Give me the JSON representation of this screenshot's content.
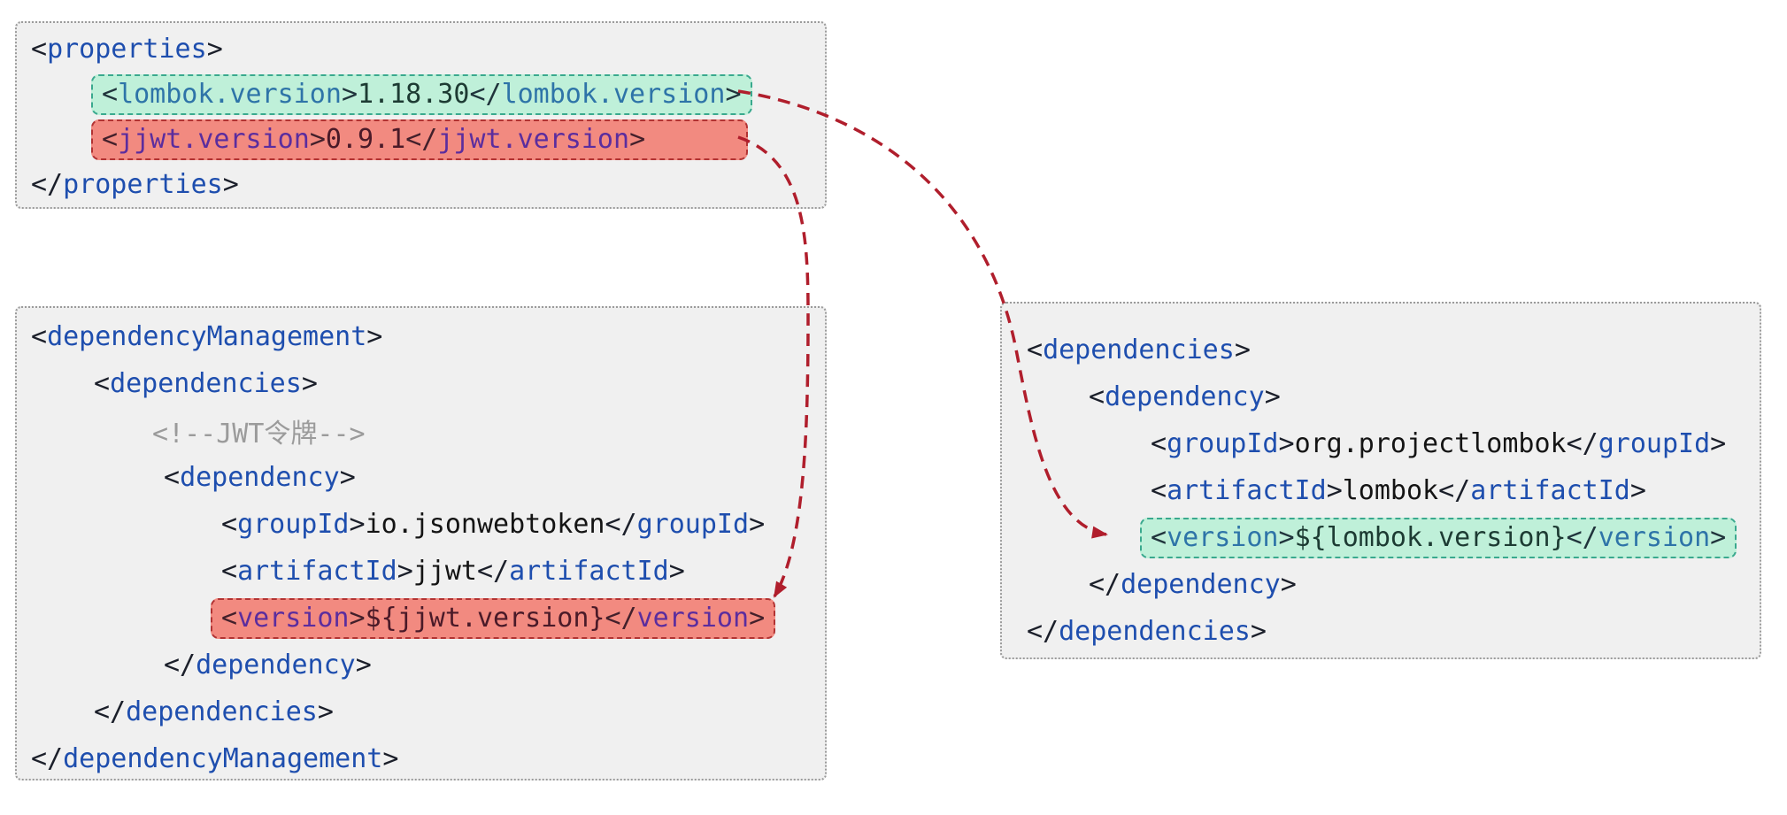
{
  "colors": {
    "tag_blue": "#1e4eae",
    "punct_dark": "#1b1f2a",
    "value_black": "#141414",
    "comment_gray": "#9b9b9b",
    "green_highlight_bg": "#bff0d9",
    "green_highlight_border": "#3aa98e",
    "green_tag_text": "#2e74a8",
    "green_punct_text": "#20343c",
    "green_value_text": "#1d3b33",
    "red_highlight_bg": "#f28a80",
    "red_highlight_border": "#b23333",
    "red_tag_text": "#5b2d9e",
    "red_punct_text": "#43202b",
    "red_value_text": "#4a1a28",
    "arrow_red": "#b01e2c",
    "box_bg": "#f0f0f0",
    "box_border": "#9b9b9b"
  },
  "boxes": [
    {
      "name": "properties-code-box",
      "lines": [
        {
          "indent": 16,
          "tokens": [
            {
              "t": "<",
              "c": "punct"
            },
            {
              "t": "properties",
              "c": "tag"
            },
            {
              "t": ">",
              "c": "punct"
            }
          ]
        },
        {
          "indent": 84,
          "highlight": "green",
          "hl_name": "lombok-version-property-highlight",
          "min_width": 742,
          "tokens": [
            {
              "t": "<",
              "c": "punct-g"
            },
            {
              "t": "lombok.version",
              "c": "tag-g"
            },
            {
              "t": ">",
              "c": "punct-g"
            },
            {
              "t": "1.18.30",
              "c": "val-g"
            },
            {
              "t": "</",
              "c": "punct-g"
            },
            {
              "t": "lombok.version",
              "c": "tag-g"
            },
            {
              "t": ">",
              "c": "punct-g"
            }
          ]
        },
        {
          "indent": 84,
          "highlight": "red",
          "hl_name": "jjwt-version-property-highlight",
          "min_width": 742,
          "tokens": [
            {
              "t": "<",
              "c": "punct-r"
            },
            {
              "t": "jjwt.version",
              "c": "tag-r"
            },
            {
              "t": ">",
              "c": "punct-r"
            },
            {
              "t": "0.9.1",
              "c": "val-r"
            },
            {
              "t": "</",
              "c": "punct-r"
            },
            {
              "t": "jjwt.version",
              "c": "tag-r"
            },
            {
              "t": ">",
              "c": "punct-r"
            }
          ]
        },
        {
          "indent": 16,
          "tokens": [
            {
              "t": "</",
              "c": "punct"
            },
            {
              "t": "properties",
              "c": "tag"
            },
            {
              "t": ">",
              "c": "punct"
            }
          ]
        }
      ]
    },
    {
      "name": "dependency-management-code-box",
      "lines": [
        {
          "indent": 16,
          "tokens": [
            {
              "t": "<",
              "c": "punct"
            },
            {
              "t": "dependencyManagement",
              "c": "tag"
            },
            {
              "t": ">",
              "c": "punct"
            }
          ]
        },
        {
          "indent": 87,
          "tokens": [
            {
              "t": "<",
              "c": "punct"
            },
            {
              "t": "dependencies",
              "c": "tag"
            },
            {
              "t": ">",
              "c": "punct"
            }
          ]
        },
        {
          "indent": 153,
          "tokens": [
            {
              "t": "<!--JWT令牌-->",
              "c": "comment"
            }
          ]
        },
        {
          "indent": 166,
          "tokens": [
            {
              "t": "<",
              "c": "punct"
            },
            {
              "t": "dependency",
              "c": "tag"
            },
            {
              "t": ">",
              "c": "punct"
            }
          ]
        },
        {
          "indent": 231,
          "tokens": [
            {
              "t": "<",
              "c": "punct"
            },
            {
              "t": "groupId",
              "c": "tag"
            },
            {
              "t": ">",
              "c": "punct"
            },
            {
              "t": "io.jsonwebtoken",
              "c": "text"
            },
            {
              "t": "</",
              "c": "punct"
            },
            {
              "t": "groupId",
              "c": "tag"
            },
            {
              "t": ">",
              "c": "punct"
            }
          ]
        },
        {
          "indent": 231,
          "tokens": [
            {
              "t": "<",
              "c": "punct"
            },
            {
              "t": "artifactId",
              "c": "tag"
            },
            {
              "t": ">",
              "c": "punct"
            },
            {
              "t": "jjwt",
              "c": "text"
            },
            {
              "t": "</",
              "c": "punct"
            },
            {
              "t": "artifactId",
              "c": "tag"
            },
            {
              "t": ">",
              "c": "punct"
            }
          ]
        },
        {
          "indent": 219,
          "highlight": "red",
          "hl_name": "jjwt-version-usage-highlight",
          "tokens": [
            {
              "t": "<",
              "c": "punct-r"
            },
            {
              "t": "version",
              "c": "tag-r"
            },
            {
              "t": ">",
              "c": "punct-r"
            },
            {
              "t": "${jjwt.version}",
              "c": "val-r"
            },
            {
              "t": "</",
              "c": "punct-r"
            },
            {
              "t": "version",
              "c": "tag-r"
            },
            {
              "t": ">",
              "c": "punct-r"
            }
          ]
        },
        {
          "indent": 166,
          "tokens": [
            {
              "t": "</",
              "c": "punct"
            },
            {
              "t": "dependency",
              "c": "tag"
            },
            {
              "t": ">",
              "c": "punct"
            }
          ]
        },
        {
          "indent": 87,
          "tokens": [
            {
              "t": "</",
              "c": "punct"
            },
            {
              "t": "dependencies",
              "c": "tag"
            },
            {
              "t": ">",
              "c": "punct"
            }
          ]
        },
        {
          "indent": 16,
          "tokens": [
            {
              "t": "</",
              "c": "punct"
            },
            {
              "t": "dependencyManagement",
              "c": "tag"
            },
            {
              "t": ">",
              "c": "punct"
            }
          ]
        }
      ]
    },
    {
      "name": "dependencies-code-box",
      "lines": [
        {
          "indent": 28,
          "tokens": [
            {
              "t": "<",
              "c": "punct"
            },
            {
              "t": "dependencies",
              "c": "tag"
            },
            {
              "t": ">",
              "c": "punct"
            }
          ]
        },
        {
          "indent": 98,
          "tokens": [
            {
              "t": "<",
              "c": "punct"
            },
            {
              "t": "dependency",
              "c": "tag"
            },
            {
              "t": ">",
              "c": "punct"
            }
          ]
        },
        {
          "indent": 168,
          "tokens": [
            {
              "t": "<",
              "c": "punct"
            },
            {
              "t": "groupId",
              "c": "tag"
            },
            {
              "t": ">",
              "c": "punct"
            },
            {
              "t": "org.projectlombok",
              "c": "text"
            },
            {
              "t": "</",
              "c": "punct"
            },
            {
              "t": "groupId",
              "c": "tag"
            },
            {
              "t": ">",
              "c": "punct"
            }
          ]
        },
        {
          "indent": 168,
          "tokens": [
            {
              "t": "<",
              "c": "punct"
            },
            {
              "t": "artifactId",
              "c": "tag"
            },
            {
              "t": ">",
              "c": "punct"
            },
            {
              "t": "lombok",
              "c": "text"
            },
            {
              "t": "</",
              "c": "punct"
            },
            {
              "t": "artifactId",
              "c": "tag"
            },
            {
              "t": ">",
              "c": "punct"
            }
          ]
        },
        {
          "indent": 156,
          "highlight": "green",
          "hl_name": "lombok-version-usage-highlight",
          "tokens": [
            {
              "t": "<",
              "c": "punct-g"
            },
            {
              "t": "version",
              "c": "tag-g"
            },
            {
              "t": ">",
              "c": "punct-g"
            },
            {
              "t": "${lombok.version}",
              "c": "val-g"
            },
            {
              "t": "</",
              "c": "punct-g"
            },
            {
              "t": "version",
              "c": "tag-g"
            },
            {
              "t": ">",
              "c": "punct-g"
            }
          ]
        },
        {
          "indent": 98,
          "tokens": [
            {
              "t": "</",
              "c": "punct"
            },
            {
              "t": "dependency",
              "c": "tag"
            },
            {
              "t": ">",
              "c": "punct"
            }
          ]
        },
        {
          "indent": 28,
          "tokens": [
            {
              "t": "</",
              "c": "punct"
            },
            {
              "t": "dependencies",
              "c": "tag"
            },
            {
              "t": ">",
              "c": "punct"
            }
          ]
        }
      ]
    }
  ],
  "arrows": [
    {
      "name": "lombok-version-arrow",
      "from_text": "<lombok.version>1.18.30</lombok.version>",
      "to_text": "<version>${lombok.version}</version>",
      "style": "dashed-curve"
    },
    {
      "name": "jjwt-version-arrow",
      "from_text": "<jjwt.version>0.9.1</jjwt.version>",
      "to_text": "<version>${jjwt.version}</version>",
      "style": "dashed-curve"
    }
  ]
}
